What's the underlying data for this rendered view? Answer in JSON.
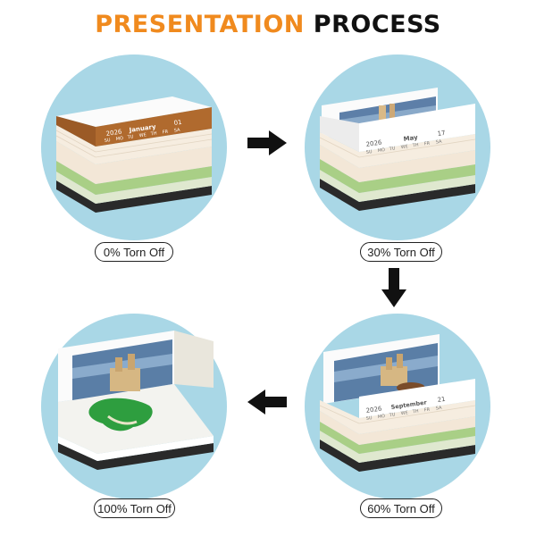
{
  "header": {
    "title_part1": "PRESENTATION",
    "title_part2": "PROCESS"
  },
  "colors": {
    "accent": "#F08A1E",
    "circle": "#A9D7E6",
    "calendar_cover": "#B06A2E",
    "moss_green": "#2E9E3F"
  },
  "stages": [
    {
      "label": "0% Torn Off",
      "calendar": {
        "year": "2026",
        "month": "January",
        "day": "01",
        "weekdays": [
          "SU",
          "MO",
          "TU",
          "WE",
          "TH",
          "FR",
          "SA"
        ]
      }
    },
    {
      "label": "30% Torn Off",
      "calendar": {
        "year": "2026",
        "month": "May",
        "day": "17",
        "weekdays": [
          "SU",
          "MO",
          "TU",
          "WE",
          "TH",
          "FR",
          "SA"
        ]
      }
    },
    {
      "label": "60% Torn Off",
      "calendar": {
        "year": "2026",
        "month": "September",
        "day": "21",
        "weekdays": [
          "SU",
          "MO",
          "TU",
          "WE",
          "TH",
          "FR",
          "SA"
        ]
      }
    },
    {
      "label": "100% Torn Off"
    }
  ],
  "arrows": [
    "arrow-right-icon",
    "arrow-down-icon",
    "arrow-left-icon"
  ]
}
